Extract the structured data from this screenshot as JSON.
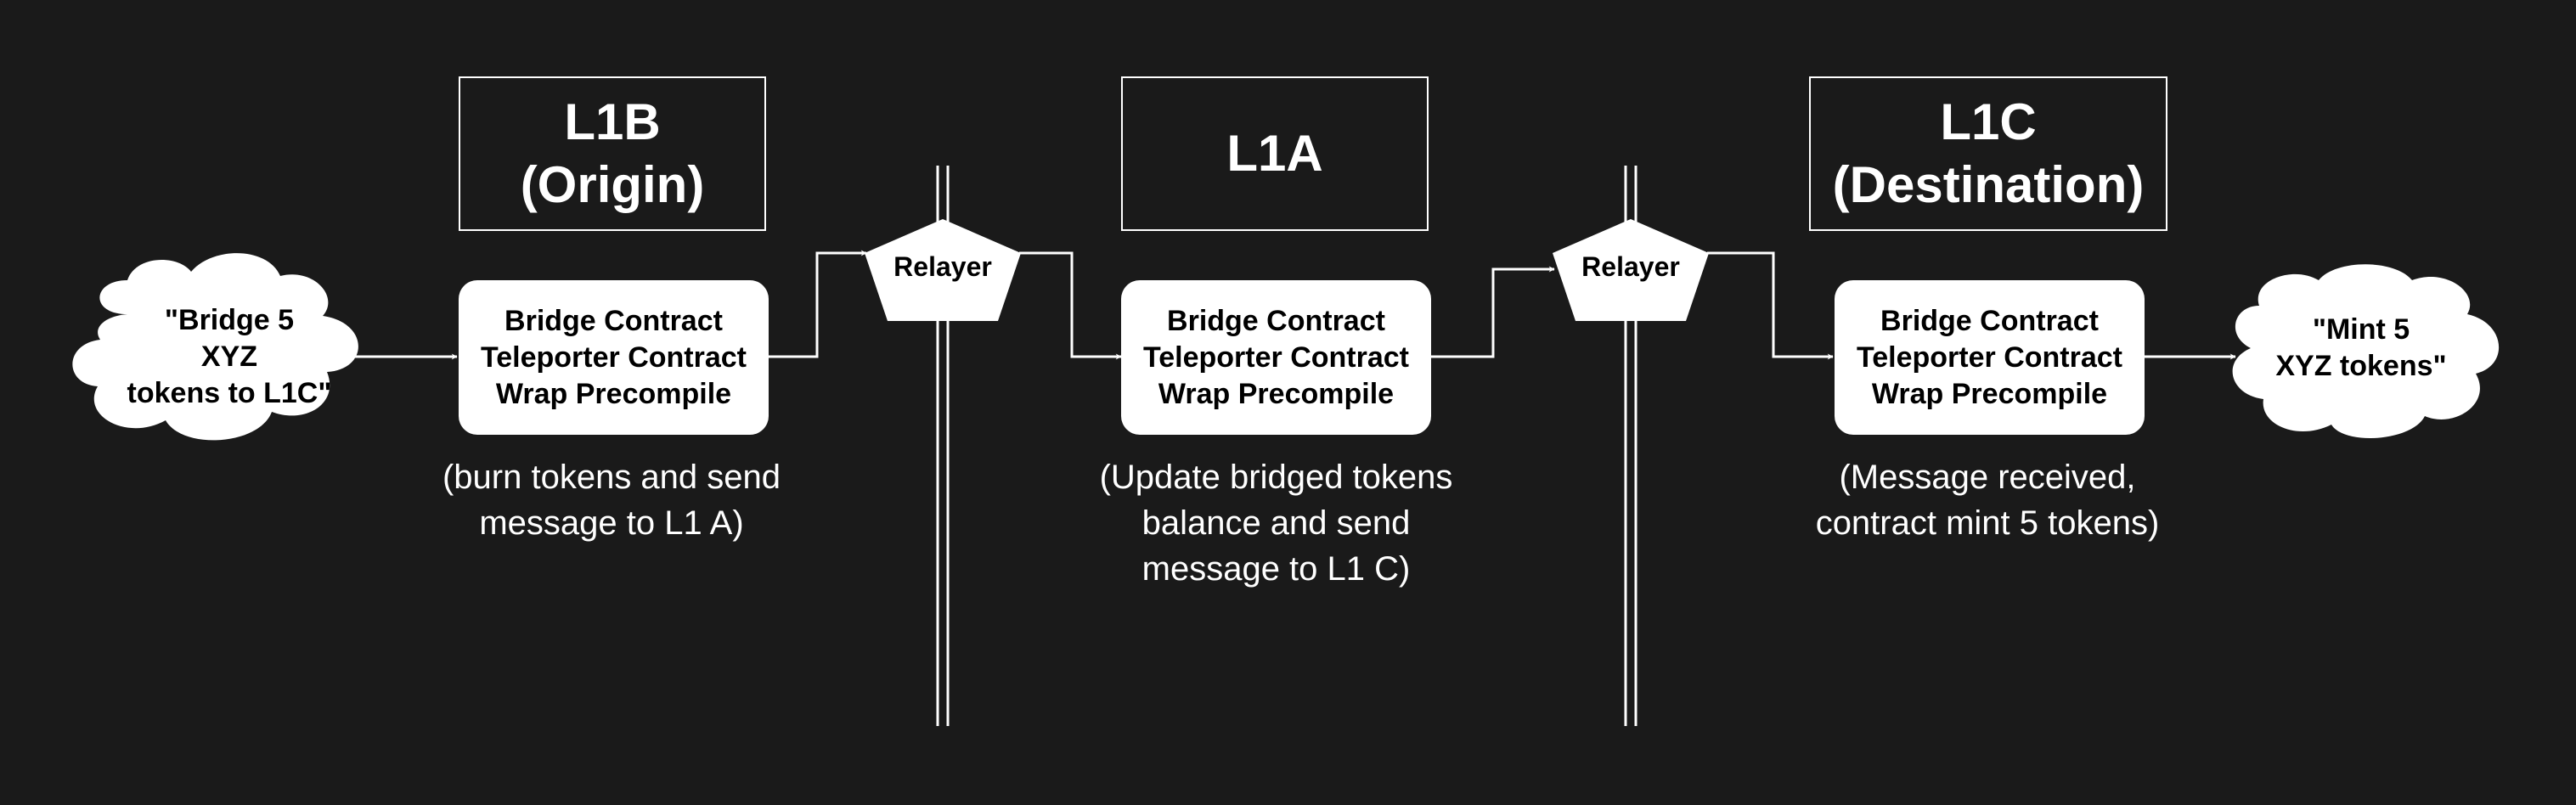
{
  "chains": [
    {
      "title": "L1B\n(Origin)",
      "contracts": [
        "Bridge Contract",
        "Teleporter Contract",
        "Wrap Precompile"
      ],
      "caption": "(burn tokens and send\nmessage to L1 A)"
    },
    {
      "title": "L1A",
      "contracts": [
        "Bridge Contract",
        "Teleporter Contract",
        "Wrap Precompile"
      ],
      "caption": "(Update bridged tokens\nbalance and send\nmessage to L1 C)"
    },
    {
      "title": "L1C\n(Destination)",
      "contracts": [
        "Bridge Contract",
        "Teleporter Contract",
        "Wrap Precompile"
      ],
      "caption": "(Message received,\ncontract mint 5 tokens)"
    }
  ],
  "relayers": [
    {
      "label": "Relayer"
    },
    {
      "label": "Relayer"
    }
  ],
  "clouds": {
    "start": "\"Bridge 5\nXYZ\ntokens to L1C\"",
    "end": "\"Mint 5\nXYZ tokens\""
  },
  "colors": {
    "background": "#1a1a1a",
    "foreground": "#ffffff",
    "text_on_shape": "#000000"
  }
}
